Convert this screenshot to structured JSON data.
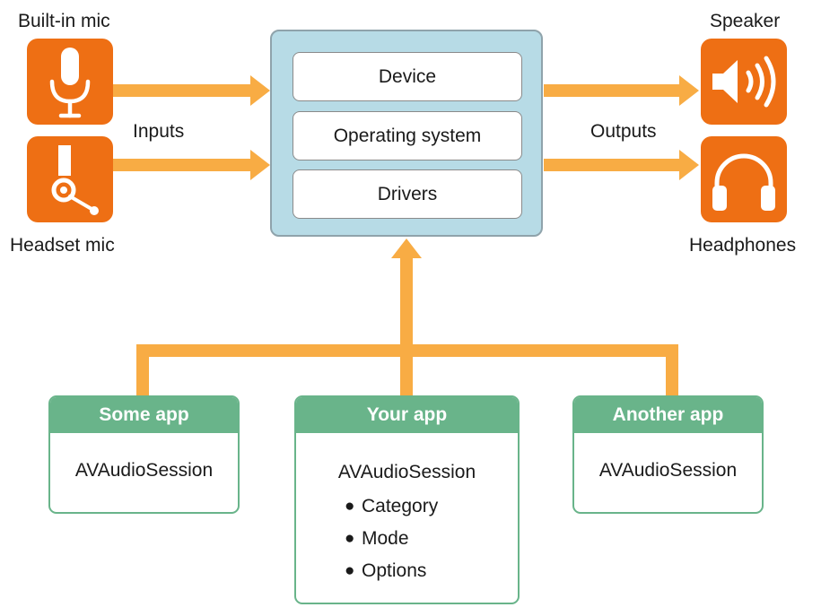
{
  "inputs": {
    "label": "Inputs",
    "devices": [
      {
        "name": "Built-in mic",
        "icon": "microphone-icon"
      },
      {
        "name": "Headset mic",
        "icon": "headset-mic-icon"
      }
    ]
  },
  "outputs": {
    "label": "Outputs",
    "devices": [
      {
        "name": "Speaker",
        "icon": "speaker-icon"
      },
      {
        "name": "Headphones",
        "icon": "headphones-icon"
      }
    ]
  },
  "system_stack": [
    "Device",
    "Operating system",
    "Drivers"
  ],
  "apps": [
    {
      "name": "Some app",
      "session": "AVAudioSession"
    },
    {
      "name": "Your app",
      "session": "AVAudioSession",
      "properties": [
        "Category",
        "Mode",
        "Options"
      ]
    },
    {
      "name": "Another app",
      "session": "AVAudioSession"
    }
  ],
  "colors": {
    "icon_tile": "#ee6f14",
    "arrow": "#f8ac44",
    "system_fill": "#b7dbe6",
    "app_header": "#69b48a"
  }
}
